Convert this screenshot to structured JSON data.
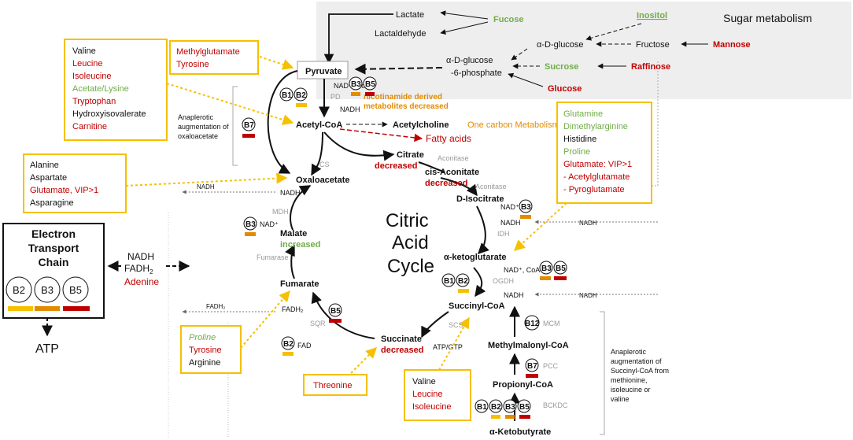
{
  "sugar": {
    "title": "Sugar metabolism",
    "lactate": "Lactate",
    "lactaldehyde": "Lactaldehyde",
    "fucose": "Fucose",
    "inositol": "Inositol",
    "a_d_glucose": "α-D-glucose",
    "fructose": "Fructose",
    "mannose": "Mannose",
    "g6p_1": "α-D-glucose",
    "g6p_2": "-6-phosphate",
    "sucrose": "Sucrose",
    "raffinose": "Raffinose",
    "glucose": "Glucose"
  },
  "boxes": {
    "bcaa": [
      "Valine",
      "Leucine",
      "Isoleucine",
      "Acetate/Lysine",
      "Tryptophan",
      "Hydroxyisovalerate",
      "Carnitine"
    ],
    "methyl": [
      "Methylglutamate",
      "Tyrosine"
    ],
    "alanine": [
      "Alanine",
      "Aspartate",
      "Glutamate, VIP>1",
      "Asparagine"
    ],
    "glutamine": [
      "Glutamine",
      "Dimethylarginine",
      "Histidine",
      "Proline",
      "Glutamate: VIP>1",
      "- Acetylglutamate",
      "- Pyroglutamate"
    ],
    "proline": [
      "Proline",
      "Tyrosine",
      "Arginine"
    ],
    "threonine": [
      "Threonine"
    ],
    "valine": [
      "Valine",
      "Leucine",
      "Isoleucine"
    ]
  },
  "etc": {
    "line1": "Electron",
    "line2": "Transport",
    "line3": "Chain",
    "b2": "B2",
    "b3": "B3",
    "b5": "B5",
    "atp": "ATP",
    "nadh": "NADH",
    "fadh2": "FADH",
    "fadh2_sub": "2",
    "adenine": "Adenine"
  },
  "cycle": {
    "title1": "Citric",
    "title2": "Acid",
    "title3": "Cycle",
    "pyruvate": "Pyruvate",
    "acetylcoa": "Acetyl-CoA",
    "acetylcholine": "Acetylcholine",
    "one_carbon": "One carbon Metabolism",
    "fatty_acids": "Fatty acids",
    "citrate": "Citrate",
    "citrate_status": "decreased",
    "cis_aconitate": "cis-Aconitate",
    "cis_status": "decreased",
    "d_isocitrate": "D-Isocitrate",
    "akg": "α-ketoglutarate",
    "succinylcoa": "Succinyl-CoA",
    "succinate": "Succinate",
    "succinate_status": "decreased",
    "fumarate": "Fumarate",
    "malate": "Malate",
    "malate_status": "increased",
    "oxaloacetate": "Oxaloacetate",
    "nicotinamide_1": "nicotinamide derived",
    "nicotinamide_2": "metabolites decreased",
    "anaplerotic_oaa": [
      "Anaplerotic",
      "augmentation of",
      "oxaloacetate"
    ],
    "anaplerotic_succ": [
      "Anaplerotic",
      "augmentation of",
      "Succinyl-CoA from",
      "methionine,",
      "isoleucine or",
      "valine"
    ],
    "methylmalonyl": "Methylmalonyl-CoA",
    "propionyl": "Propionyl-CoA",
    "ketobutyrate": "α-Ketobutyrate"
  },
  "enzymes": {
    "pd": "PD",
    "pd2": "PD",
    "cs": "CS",
    "aconitase1": "Aconitase",
    "aconitase2": "Aconitase",
    "idh": "IDH",
    "ogdh": "OGDH",
    "scs": "SCS",
    "sqr": "SQR",
    "fumarase": "Fumarase",
    "mdh": "MDH",
    "mcm": "MCM",
    "pcc": "PCC",
    "bckdc": "BCKDC"
  },
  "cofactors": {
    "nad_coa": "NAD⁺, CoA",
    "nadh": "NADH",
    "nad": "NAD⁺",
    "fadh2": "FADH₂",
    "fad": "FAD",
    "atp_gtp": "ATP/GTP"
  },
  "vitamins": {
    "b1": "B1",
    "b2": "B2",
    "b3": "B3",
    "b5": "B5",
    "b7": "B7",
    "b12": "B12"
  },
  "colors": {
    "yellow": "#f5c000",
    "orange": "#e38b00",
    "red": "#c00000",
    "green": "#70ad47",
    "gray_panel": "#eeeeee"
  }
}
